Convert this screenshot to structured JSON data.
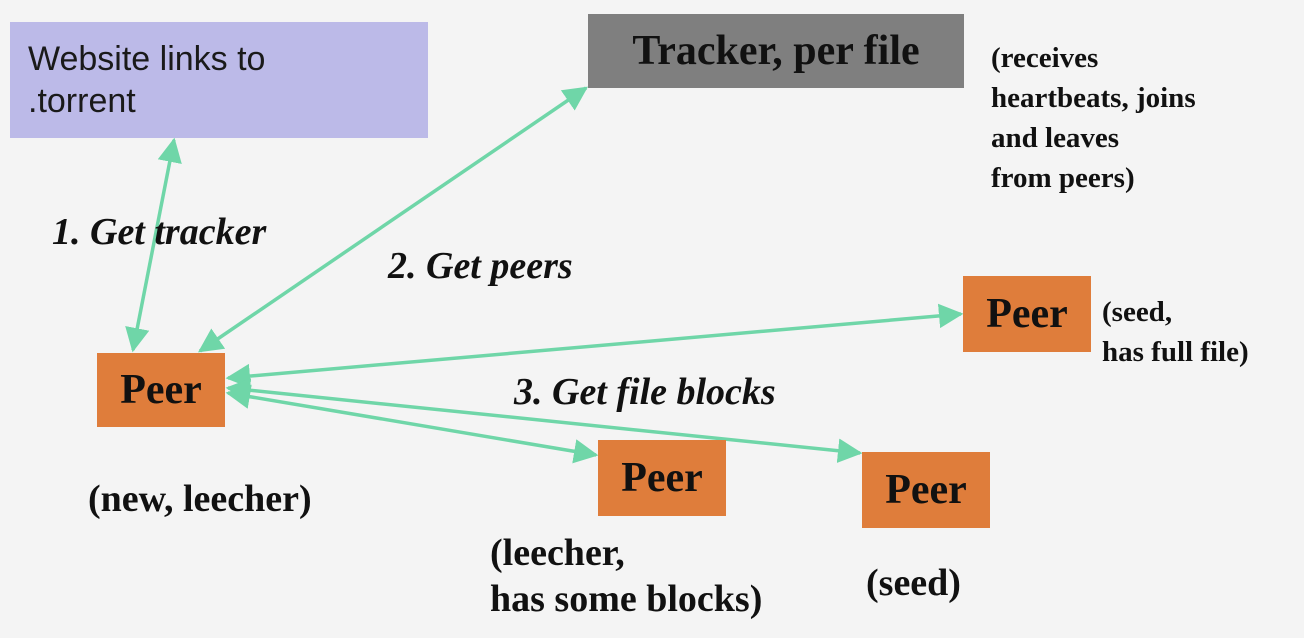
{
  "website": {
    "line1": "Website links to",
    "line2": ".torrent"
  },
  "tracker": {
    "label": "Tracker, per file",
    "note": [
      "(receives",
      "heartbeats, joins",
      "and leaves",
      "from peers)"
    ]
  },
  "steps": {
    "step1": "1. Get tracker",
    "step2": "2. Get peers",
    "step3": "3. Get file blocks"
  },
  "peers": {
    "main": {
      "label": "Peer",
      "note": "(new, leecher)"
    },
    "seed_top": {
      "label": "Peer",
      "note": [
        "(seed,",
        "has full file)"
      ]
    },
    "leecher": {
      "label": "Peer",
      "note": [
        "(leecher,",
        "has some blocks)"
      ]
    },
    "seed_bottom": {
      "label": "Peer",
      "note": "(seed)"
    }
  },
  "colors": {
    "background": "#f4f4f4",
    "website_box": "#bcbae8",
    "tracker_box": "#7f7f7f",
    "peer_box": "#df7d3b",
    "arrow": "#6fd6a8"
  }
}
